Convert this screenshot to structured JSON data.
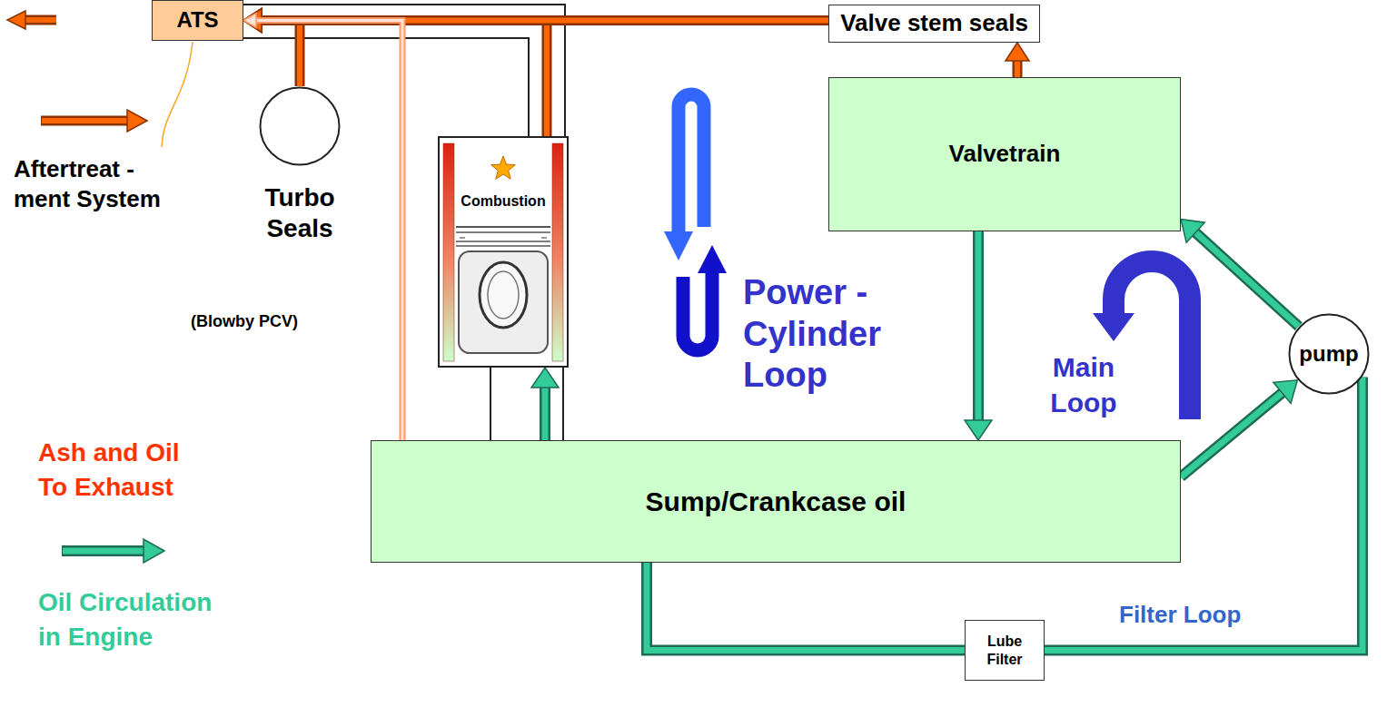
{
  "diagram": {
    "nodes": [
      {
        "text": [
          "ATS"
        ]
      },
      {
        "text": [
          "Turbo Seals"
        ]
      },
      {
        "text": [
          "Combustion"
        ]
      },
      {
        "text": [
          "Valve stem seals"
        ]
      },
      {
        "text": [
          "Valvetrain"
        ]
      },
      {
        "text": [
          "pump"
        ]
      },
      {
        "text": [
          "Sump/Crankcase oil"
        ]
      },
      {
        "text": [
          "Lube Filter"
        ]
      }
    ],
    "edges": [
      {
        "from": 1,
        "to": 0,
        "arrow": "to"
      },
      {
        "from": 2,
        "to": 0,
        "arrow": "to"
      },
      {
        "from": 3,
        "to": 0,
        "arrow": "to"
      },
      {
        "from": 4,
        "to": 3,
        "arrow": "to"
      },
      {
        "from": 4,
        "to": 6,
        "arrow": "to"
      },
      {
        "from": 6,
        "to": 2,
        "arrow": "to"
      },
      {
        "from": 6,
        "to": 5,
        "arrow": "to"
      },
      {
        "from": 5,
        "to": 4,
        "arrow": "to"
      },
      {
        "from": 6,
        "to": 7,
        "arrow": "none"
      },
      {
        "from": 7,
        "to": 5,
        "arrow": "none"
      },
      {
        "from": 6,
        "to": 0,
        "label": "(Blowby PCV)",
        "arrow": "to"
      }
    ],
    "labels": [
      "Aftertreat - ment System",
      "Power - Cylinder Loop",
      "Main Loop",
      "Filter Loop"
    ],
    "legend": [
      {
        "text": "Ash and Oil To Exhaust"
      },
      {
        "text": "Oil Circulation in Engine"
      }
    ]
  }
}
